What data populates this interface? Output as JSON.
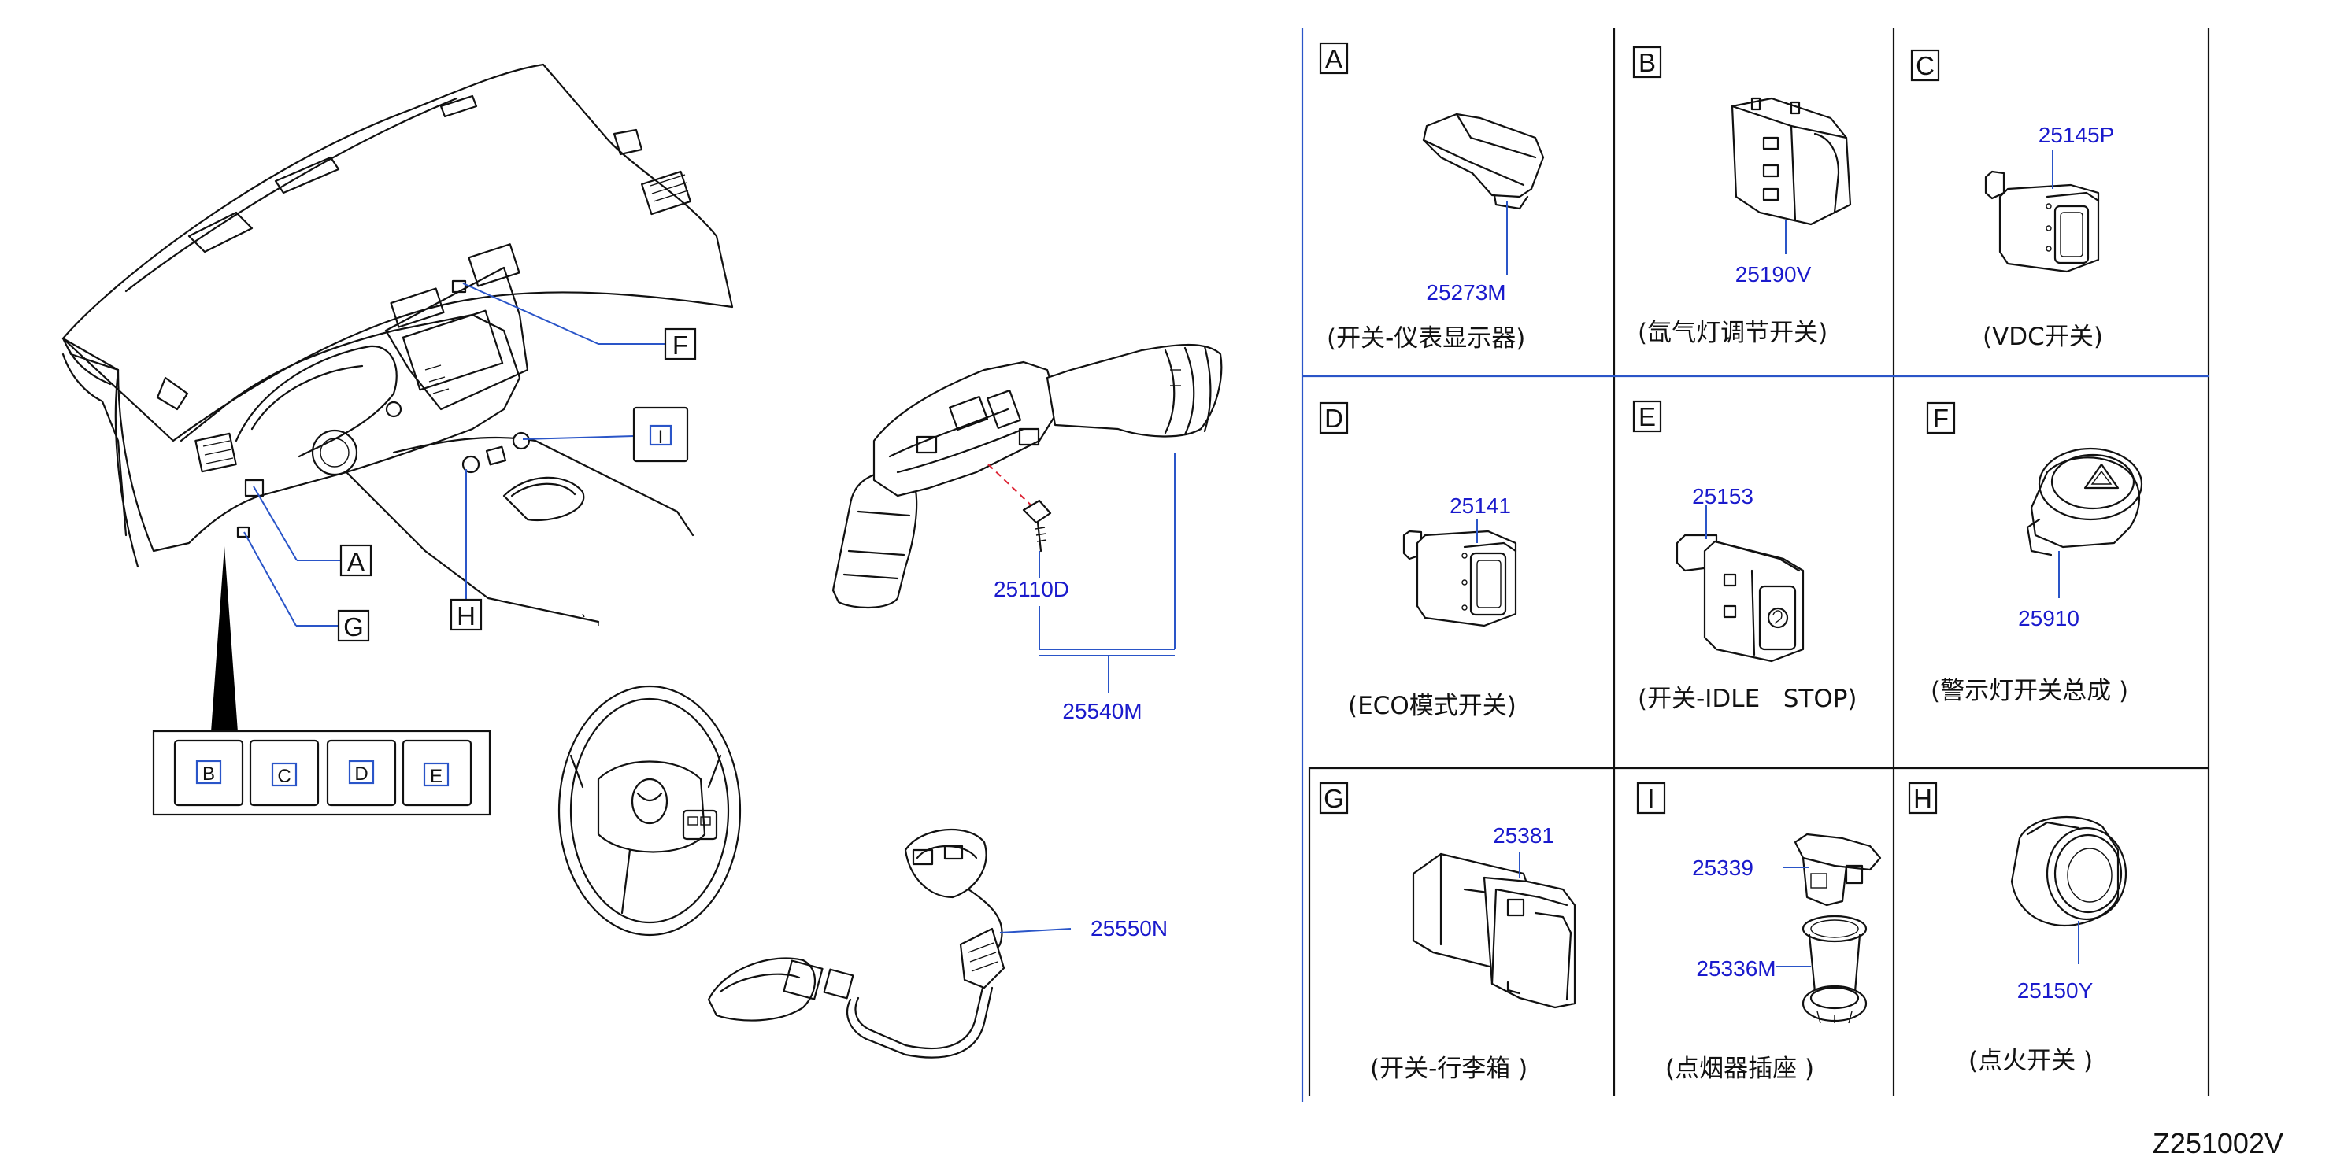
{
  "drawing_id": "Z251002V",
  "location_labels": {
    "A": "A",
    "B": "B",
    "C": "C",
    "D": "D",
    "E": "E",
    "F": "F",
    "G": "G",
    "H": "H",
    "I": "I"
  },
  "main_view_parts": {
    "combination_switch": "25540M",
    "screw": "25110D",
    "spiral_cable": "25550N"
  },
  "panels": [
    {
      "letter": "A",
      "part": "25273M",
      "caption": "(开关-仪表显示器)"
    },
    {
      "letter": "B",
      "part": "25190V",
      "caption": "(氙气灯调节开关)"
    },
    {
      "letter": "C",
      "part": "25145P",
      "caption": "(VDC开关)"
    },
    {
      "letter": "D",
      "part": "25141",
      "caption": "(ECO模式开关)"
    },
    {
      "letter": "E",
      "part": "25153",
      "caption": "(开关-IDLE   STOP)"
    },
    {
      "letter": "F",
      "part": "25910",
      "caption": "(警示灯开关总成 )"
    },
    {
      "letter": "G",
      "part": "25381",
      "caption": "(开关-行李箱 )"
    },
    {
      "letter": "I",
      "parts": [
        "25339",
        "25336M"
      ],
      "caption": "(点烟器插座 )"
    },
    {
      "letter": "H",
      "part": "25150Y",
      "caption": "(点火开关 )"
    }
  ],
  "colors": {
    "part_number": "#1a1acc",
    "leader": "#2a55c8",
    "line": "#111111"
  }
}
